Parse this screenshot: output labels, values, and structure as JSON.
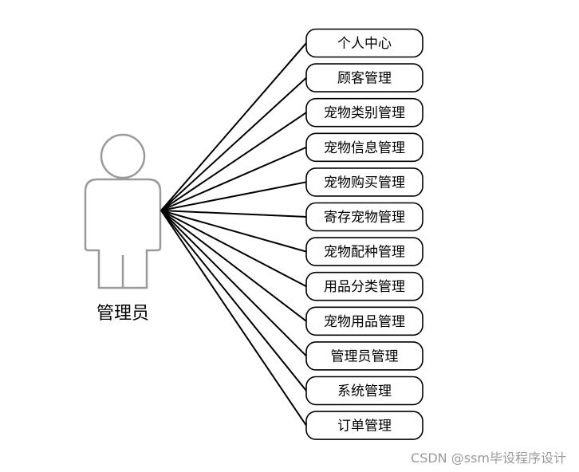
{
  "actor": {
    "label": "管理员",
    "icon": "person-icon"
  },
  "use_cases": [
    "个人中心",
    "顾客管理",
    "宠物类别管理",
    "宠物信息管理",
    "宠物购买管理",
    "寄存宠物管理",
    "宠物配种管理",
    "用品分类管理",
    "宠物用品管理",
    "管理员管理",
    "系统管理",
    "订单管理"
  ],
  "watermark": "CSDN @ssm毕设程序设计"
}
